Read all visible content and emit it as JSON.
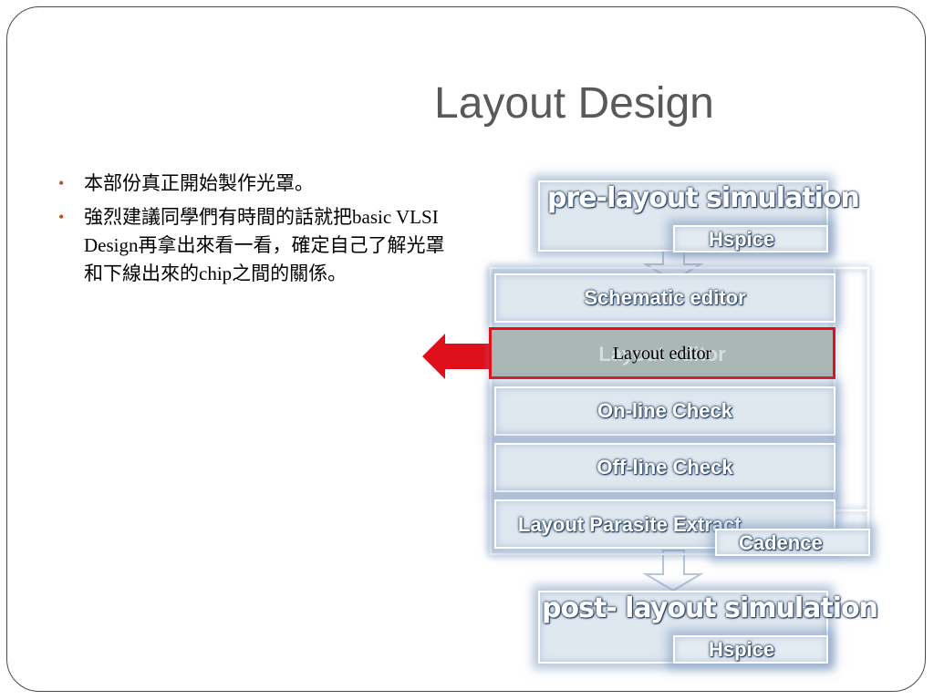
{
  "slide": {
    "title": "Layout Design",
    "bullets": [
      "本部份真正開始製作光罩。",
      "強烈建議同學們有時間的話就把basic VLSI Design再拿出來看一看，確定自己了解光罩和下線出來的chip之間的關係。"
    ]
  },
  "diagram": {
    "pre_layout": "pre-layout simulation",
    "pre_tool": "Hspice",
    "steps": [
      "Schematic editor",
      "Layout editor",
      "On-line Check",
      "Off-line Check",
      "Layout Parasite Extract"
    ],
    "group_tool": "Cadence",
    "post_layout": "post- layout simulation",
    "post_tool": "Hspice",
    "highlight_label": "Layout editor",
    "colors": {
      "highlight_border": "#e0101a",
      "arrow": "#e0101a",
      "box_glow": "#7896be"
    }
  }
}
